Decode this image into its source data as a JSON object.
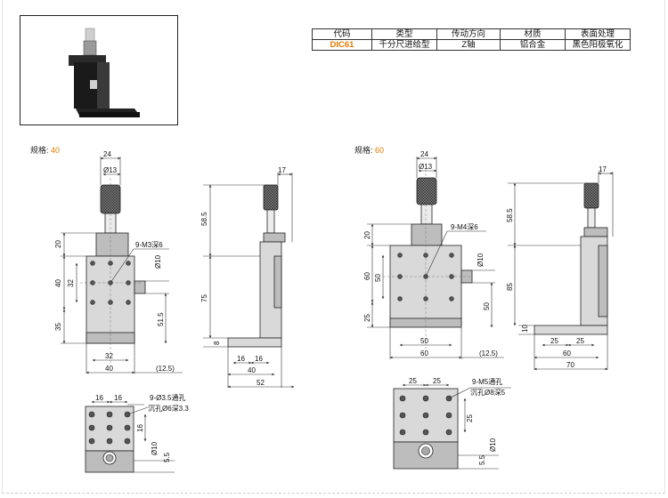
{
  "table": {
    "headers": [
      "代码",
      "类型",
      "传动方向",
      "材质",
      "表面处理"
    ],
    "row": [
      "DIC61",
      "千分尺进给型",
      "Z轴",
      "铝合金",
      "黑色阳极氧化"
    ]
  },
  "colors": {
    "accent": "#e07b00"
  },
  "left": {
    "spec_label": "规格:",
    "spec_value": "40",
    "front": {
      "width_24": "24",
      "dia13": "Ø13",
      "h20": "20",
      "h40": "40",
      "h32": "32",
      "h35": "35",
      "screw": "9-M3深6",
      "dia10": "Ø10",
      "h51_5": "51.5",
      "w32": "32",
      "w40": "40",
      "w12_5": "(12.5)"
    },
    "side": {
      "w17": "17",
      "h58_5": "58.5",
      "h75": "75",
      "h8": "8",
      "w16a": "16",
      "w16b": "16",
      "w40": "40",
      "w52": "52"
    },
    "bottom": {
      "w16a": "16",
      "w16b": "16",
      "h16": "16",
      "holes1": "9-Ø3.5通孔",
      "holes2": "沉孔Ø6深3.3",
      "dia10": "Ø10",
      "h5_5": "5.5"
    }
  },
  "right": {
    "spec_label": "规格:",
    "spec_value": "60",
    "front": {
      "width_24": "24",
      "dia13": "Ø13",
      "h20": "20",
      "h60": "60",
      "h50": "50",
      "h25": "25",
      "screw": "9-M4深6",
      "dia10": "Ø10",
      "h50b": "50",
      "w50": "50",
      "w60": "60",
      "w12_5": "(12.5)"
    },
    "side": {
      "w17": "17",
      "h58_5": "58.5",
      "h85": "85",
      "h10": "10",
      "w25a": "25",
      "w25b": "25",
      "w60": "60",
      "w70": "70"
    },
    "bottom": {
      "w25a": "25",
      "w25b": "25",
      "h25": "25",
      "holes1": "9-M5通孔",
      "holes2": "沉孔Ø8深5",
      "dia10": "Ø10",
      "h5_5": "5.5"
    }
  }
}
